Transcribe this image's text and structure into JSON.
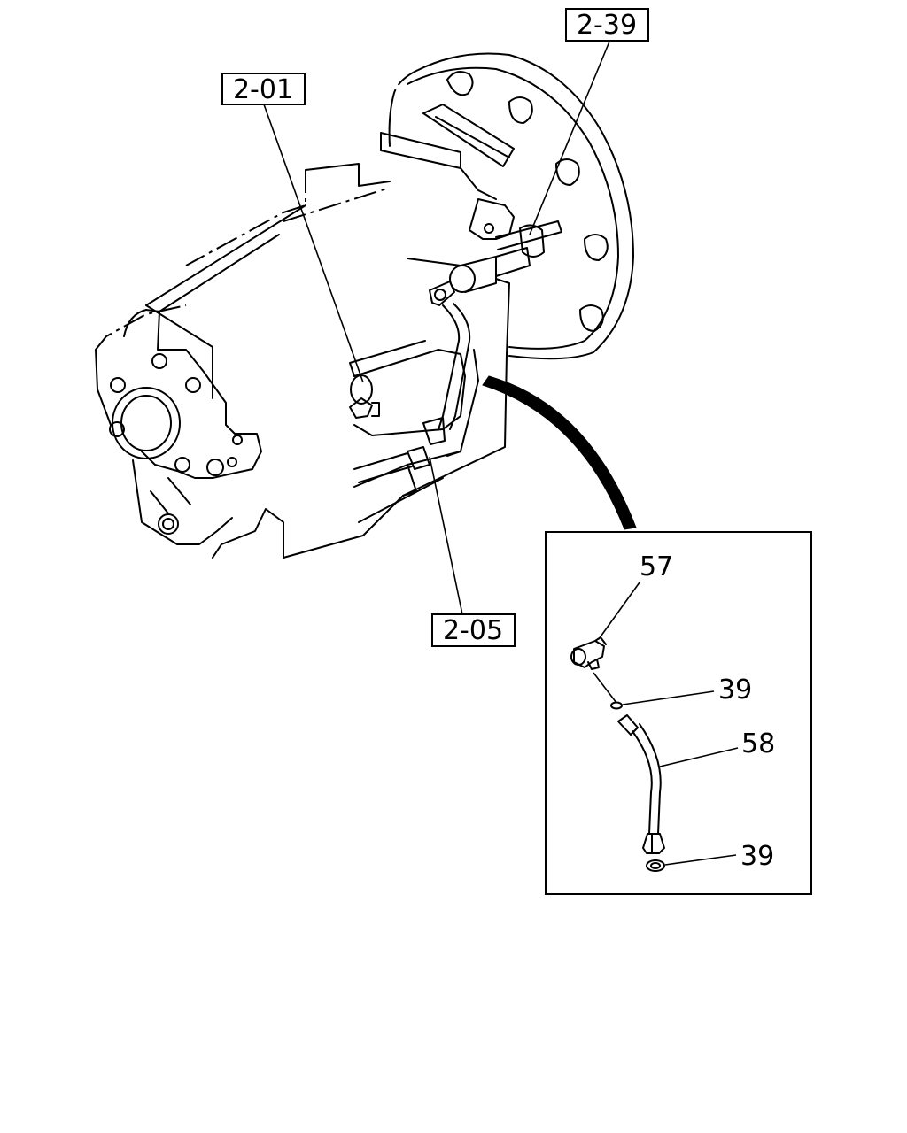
{
  "callouts": {
    "ref_2_01": "2-01",
    "ref_2_39": "2-39",
    "ref_2_05": "2-05"
  },
  "detail": {
    "part_57": "57",
    "part_39_top": "39",
    "part_58": "58",
    "part_39_bottom": "39"
  }
}
